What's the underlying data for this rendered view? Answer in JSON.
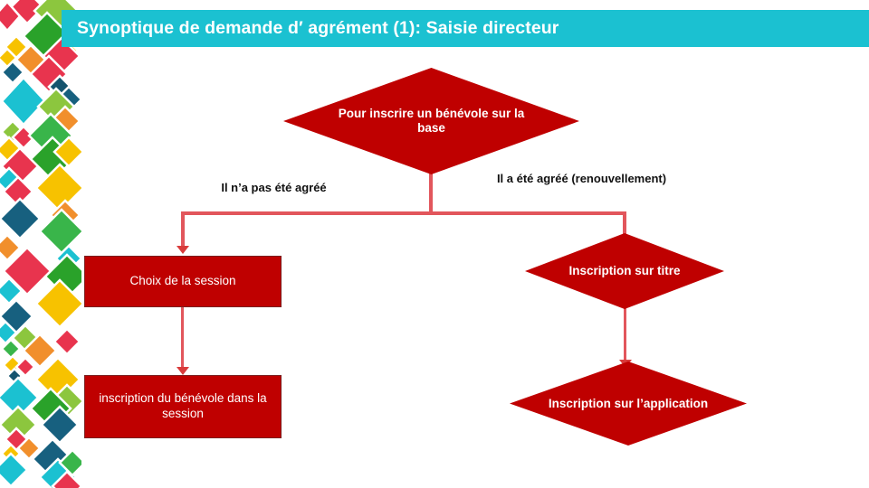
{
  "header": {
    "title": "Synoptique de demande d′  agrément (1): Saisie directeur",
    "background_color": "#1bc1d1",
    "text_color": "#ffffff"
  },
  "theme": {
    "accent_red": "#bf0000",
    "connector_red": "#e2565c",
    "arrow_red": "#d93b3b",
    "teal": "#1bc1d1",
    "page_background": "#ffffff"
  },
  "decoration": {
    "name": "diamond-mosaic-strip",
    "palette": [
      "#e8344e",
      "#8cc63e",
      "#2aa22a",
      "#f7c200",
      "#f18f2c",
      "#1bc1d1",
      "#17607f",
      "#14546e",
      "#39b54a",
      "#ed1c4e"
    ]
  },
  "diagram": {
    "type": "flowchart",
    "nodes": [
      {
        "id": "top-diamond",
        "shape": "diamond",
        "text": "Pour inscrire un bénévole sur la base"
      },
      {
        "id": "choix-session",
        "shape": "rectangle",
        "text": "Choix de la session"
      },
      {
        "id": "inscription-session",
        "shape": "rectangle",
        "text": "inscription du bénévole dans la session"
      },
      {
        "id": "inscription-titre",
        "shape": "diamond",
        "text": "Inscription sur titre"
      },
      {
        "id": "inscription-application",
        "shape": "diamond",
        "text": "Inscription sur l’application"
      }
    ],
    "edge_labels": {
      "left_branch": "Il n’a pas été agréé",
      "right_branch": "Il a été agréé (renouvellement)"
    }
  }
}
